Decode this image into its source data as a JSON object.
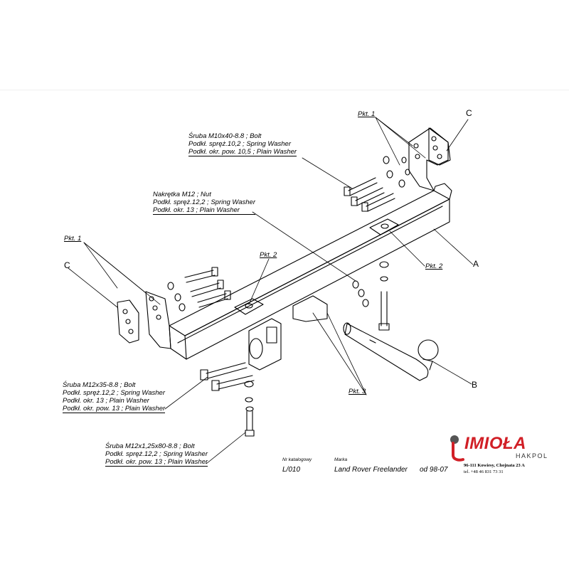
{
  "labels": {
    "bolt_m10": [
      "Śruba M10x40-8.8 ;  Bolt",
      "Podkł. spręż.10,2 ; Spring Washer",
      "Podkł. okr. pow. 10,5 ; Plain Washer"
    ],
    "nut_m12": [
      "Nakrętka  M12 ; Nut",
      "Podkł. spręż.12,2 ; Spring Washer",
      "Podkł. okr. 13 ; Plain Washer"
    ],
    "bolt_m12x35": [
      "Śruba M12x35-8.8 ;  Bolt",
      "Podkł. spręż.12,2 ; Spring Washer",
      "Podkł. okr. 13 ; Plain Washer",
      "Podkł. okr. pow. 13 ; Plain Washer"
    ],
    "bolt_m12x80": [
      "Śruba M12x1,25x80-8.8 ;  Bolt",
      "Podkł. spręż.12,2 ; Spring Washer",
      "Podkł. okr. pow. 13 ; Plain Washer"
    ]
  },
  "points": {
    "pkt1": "Pkt. 1",
    "pkt2": "Pkt. 2",
    "pkt3": "Pkt. 3"
  },
  "parts": {
    "a": "A",
    "b": "B",
    "c": "C"
  },
  "info": {
    "catalog_label": "Nr katalogowy",
    "catalog_value": "L/010",
    "brand_label": "Marka",
    "brand_value": "Land Rover Freelander",
    "from_value": "od 98-07"
  },
  "company": {
    "logo": "IMIOŁA",
    "sub": "HAKPOL",
    "address": "96-111 Kowiesy, Chojnata 23 A",
    "phone": "tel. +48 46 831 73 31"
  },
  "colors": {
    "logo_red": "#d11f26",
    "line": "#000000"
  }
}
